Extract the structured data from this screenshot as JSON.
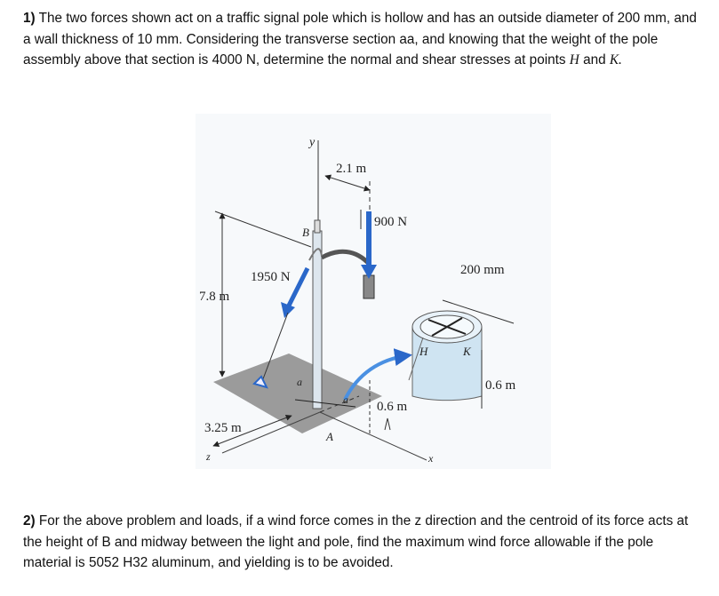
{
  "problem1": {
    "number": "1)",
    "text": "The two forces shown act on a traffic signal pole which is hollow and has an outside diameter of 200 mm, and a wall thickness of 10 mm.  Considering the transverse section aa, and knowing that the weight of the pole assembly above that section is 4000 N, determine the normal and shear stresses at points",
    "point_h": "H",
    "and_word": "and",
    "point_k": "K."
  },
  "figure": {
    "label_y": "y",
    "label_dim_2_1": "2.1 m",
    "label_900n": "900 N",
    "label_b": "B",
    "label_1950n": "1950 N",
    "label_7_8": "7.8 m",
    "label_200mm": "200 mm",
    "label_h": "H",
    "label_k": "K",
    "label_0_6_right": "0.6 m",
    "label_0_6_mid": "0.6 m",
    "label_a1": "a",
    "label_a2": "a",
    "label_3_25": "3.25 m",
    "label_a_cap": "A",
    "label_z": "z",
    "label_x": "x",
    "colors": {
      "force_blue": "#2a67c9",
      "pole": "#dde6ee",
      "ground": "#9b9b9b",
      "section": "#cfe4f2"
    }
  },
  "problem2": {
    "number": "2)",
    "text": "For the above problem and loads, if a wind force comes in the z direction and the centroid of its force acts at the height of B and midway between the light and pole, find the maximum wind force allowable if the pole material is 5052 H32 aluminum, and yielding is to be avoided."
  }
}
